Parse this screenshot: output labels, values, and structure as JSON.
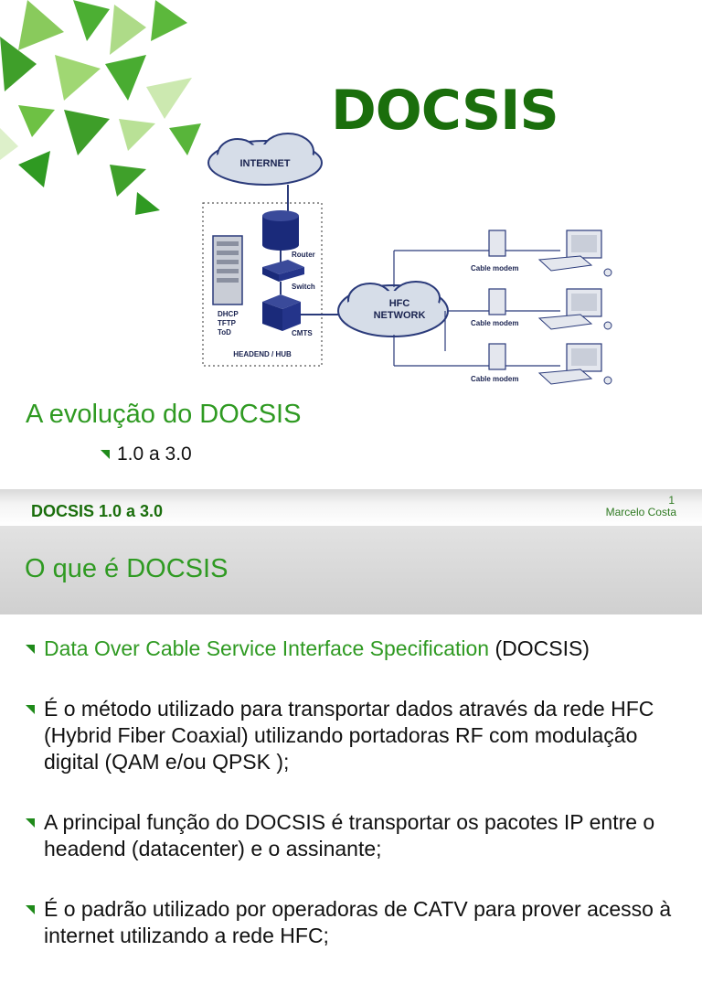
{
  "slide1": {
    "title": "DOCSIS",
    "diagram": {
      "internet": "INTERNET",
      "router": "Router",
      "switch": "Switch",
      "cmts": "CMTS",
      "server_labels": [
        "DHCP",
        "TFTP",
        "ToD"
      ],
      "headend": "HEADEND / HUB",
      "hfc_line1": "HFC",
      "hfc_line2": "NETWORK",
      "cable_modem": "Cable modem"
    },
    "subtitle": "A evolução do DOCSIS",
    "bullet": "1.0 a 3.0"
  },
  "footer": {
    "title": "DOCSIS 1.0 a 3.0",
    "page": "1",
    "author": "Marcelo Costa"
  },
  "slide2": {
    "title": "O que é DOCSIS",
    "item1_green": "Data Over Cable Service Interface Specification",
    "item1_rest": " (DOCSIS)",
    "item2": "É o método utilizado para transportar dados através da rede HFC (Hybrid Fiber Coaxial) utilizando portadoras RF com modulação digital (QAM e/ou QPSK );",
    "item3": "A principal função do DOCSIS é transportar os pacotes IP entre o headend (datacenter) e o assinante;",
    "item4": "É o padrão utilizado por operadoras de CATV para prover acesso à internet utilizando a rede HFC;"
  },
  "colors": {
    "title_green": "#1a6e0c",
    "accent_green": "#2f9a22"
  }
}
